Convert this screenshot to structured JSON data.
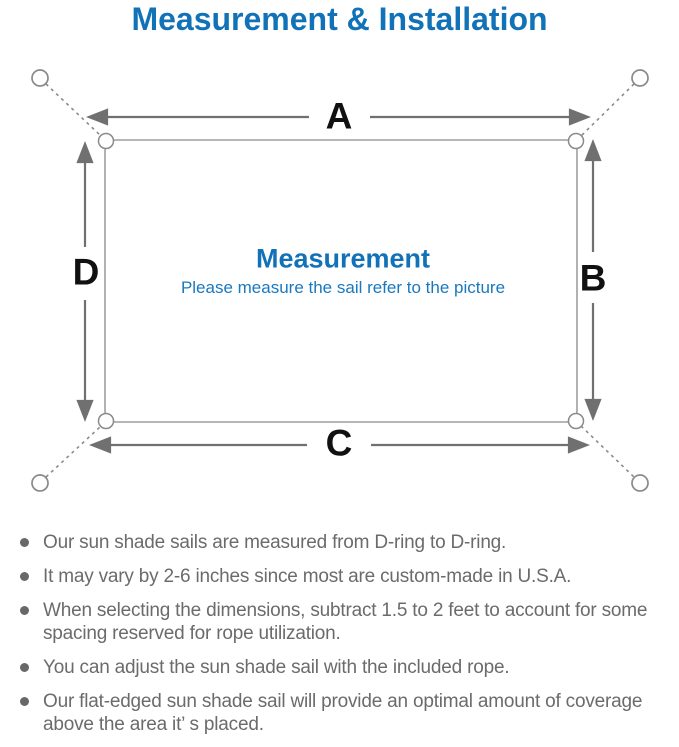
{
  "page": {
    "title": "Measurement & Installation"
  },
  "diagram": {
    "side_labels": {
      "top": "A",
      "right": "B",
      "bottom": "C",
      "left": "D"
    },
    "center": {
      "title": "Measurement",
      "subtitle": "Please measure the sail refer to the picture"
    }
  },
  "notes": {
    "items": [
      "Our sun shade sails are measured from D-ring to D-ring.",
      "It may vary by 2-6 inches since most are custom-made in U.S.A.",
      "When selecting the dimensions, subtract 1.5 to 2 feet to account for some spacing reserved for rope utilization.",
      "You can adjust the sun shade sail with the included rope.",
      "Our flat-edged sun shade sail will provide an optimal amount of coverage above the area it’ s placed."
    ]
  },
  "colors": {
    "accent_blue": "#1172b8",
    "subtitle_blue": "#1a78bf",
    "body_gray": "#6b6b6b",
    "line_gray": "#8a8a8a",
    "arrow_gray": "#707070"
  }
}
